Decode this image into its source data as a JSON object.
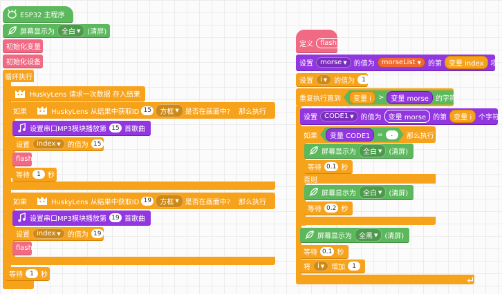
{
  "left": {
    "hat_label": "ESP32 主程序",
    "display": {
      "label": "屏幕显示为",
      "option": "全白",
      "suffix": "(清屏)"
    },
    "init_vars": "初始化变量",
    "init_devices": "初始化设备",
    "loop": "循环执行",
    "husky_request": "HuskyLens 请求一次数据 存入结果",
    "if1": {
      "kw_if": "如果",
      "husky": "HuskyLens 从结果中获取ID",
      "id": "15",
      "shape": "方框",
      "in_frame": "是否在画面中?",
      "then": "那么执行",
      "mp3_prefix": "设置串口MP3模块播放第",
      "mp3_num": "15",
      "mp3_suffix": "首歌曲",
      "set": "设置",
      "var": "index",
      "value_of": "的值为",
      "value": "15",
      "flash": "flash",
      "wait": "等待",
      "wait_val": "1",
      "sec": "秒"
    },
    "if2": {
      "kw_if": "如果",
      "husky": "HuskyLens 从结果中获取ID",
      "id": "19",
      "shape": "方框",
      "in_frame": "是否在画面中?",
      "then": "那么执行",
      "mp3_prefix": "设置串口MP3模块播放第",
      "mp3_num": "19",
      "mp3_suffix": "首歌曲",
      "set": "设置",
      "var": "index",
      "value_of": "的值为",
      "value": "19",
      "flash": "flash"
    },
    "wait": "等待",
    "wait_val": "1",
    "sec": "秒"
  },
  "right": {
    "define": "定义",
    "func_name": "flash",
    "set": "设置",
    "var_morse": "morse",
    "value_of": "的值为",
    "morse_list": "morseList",
    "of_item": "的第",
    "var_index": "变量 index",
    "item": "项",
    "var_i": "i",
    "i_value": "1",
    "repeat_until": "重复执行直到",
    "var_i_rep": "变量 i",
    "gt": ">",
    "var_morse_rep": "变量 morse",
    "char_count": "的字符数",
    "var_code1": "CODE1",
    "of_nth": "的第",
    "var_i2": "变量 i",
    "char": "个字符",
    "kw_if": "如果",
    "var_code1_rep": "变量 CODE1",
    "eq": "=",
    "dot": ".",
    "then": "那么执行",
    "display1": {
      "label": "屏幕显示为",
      "option": "全白",
      "suffix": "(清屏)"
    },
    "wait": "等待",
    "wait1": "0.1",
    "sec": "秒",
    "else": "否则",
    "display2": {
      "label": "屏幕显示为",
      "option": "全白",
      "suffix": "(清屏)"
    },
    "wait2": "0.2",
    "display3": {
      "label": "屏幕显示为",
      "option": "全黑",
      "suffix": "(清屏)"
    },
    "wait3": "0.1",
    "change": "将",
    "change_by": "增加",
    "change_val": "1"
  }
}
